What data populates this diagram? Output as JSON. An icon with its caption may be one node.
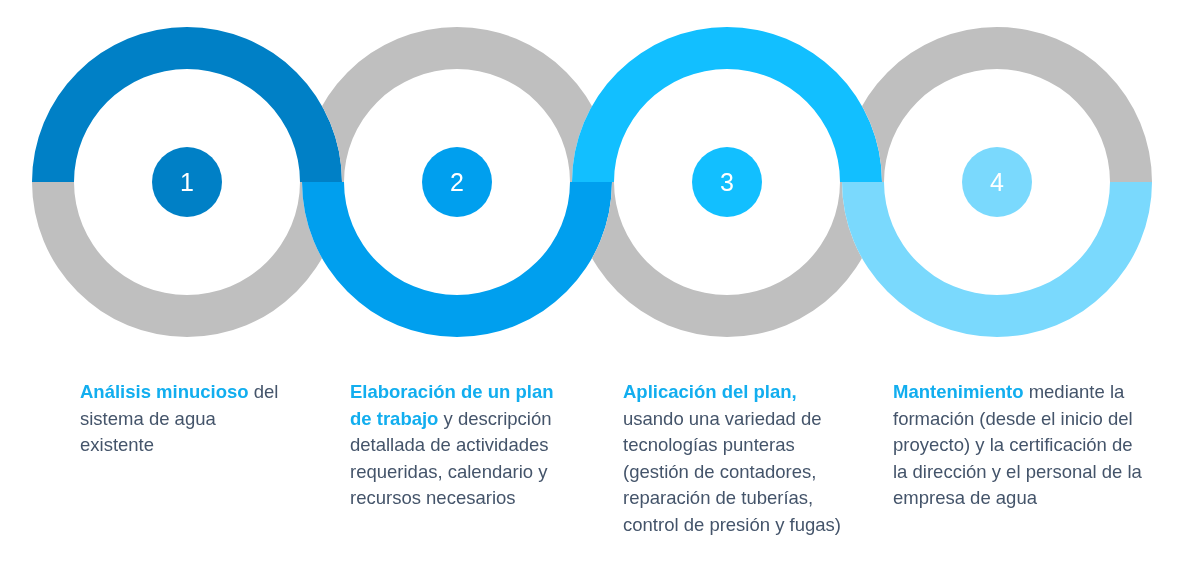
{
  "diagram": {
    "nodes": [
      {
        "text": [],
        "shape": "ring",
        "beside": [
          "**Análisis minucioso** del sistema de agua existente"
        ]
      },
      {
        "text": [
          "1"
        ]
      },
      {
        "text": [],
        "shape": "ring",
        "beside": [
          "**Elaboración de un plan de trabajo** y descripción detallada de actividades requeridas, calendario y recursos necesarios"
        ]
      },
      {
        "text": [
          "2"
        ]
      },
      {
        "text": [],
        "shape": "ring",
        "beside": [
          "**Aplicación del plan,** usando una variedad de tecnologías punteras (gestión de contadores, reparación de tuberías, control de presión y fugas)"
        ]
      },
      {
        "text": [
          "3"
        ]
      },
      {
        "text": [],
        "shape": "ring",
        "beside": [
          "**Mantenimiento** mediante la formación (desde el inicio del proyecto) y la certificación de la dirección y el personal de la empresa de agua"
        ]
      },
      {
        "text": [
          "4"
        ]
      }
    ]
  }
}
